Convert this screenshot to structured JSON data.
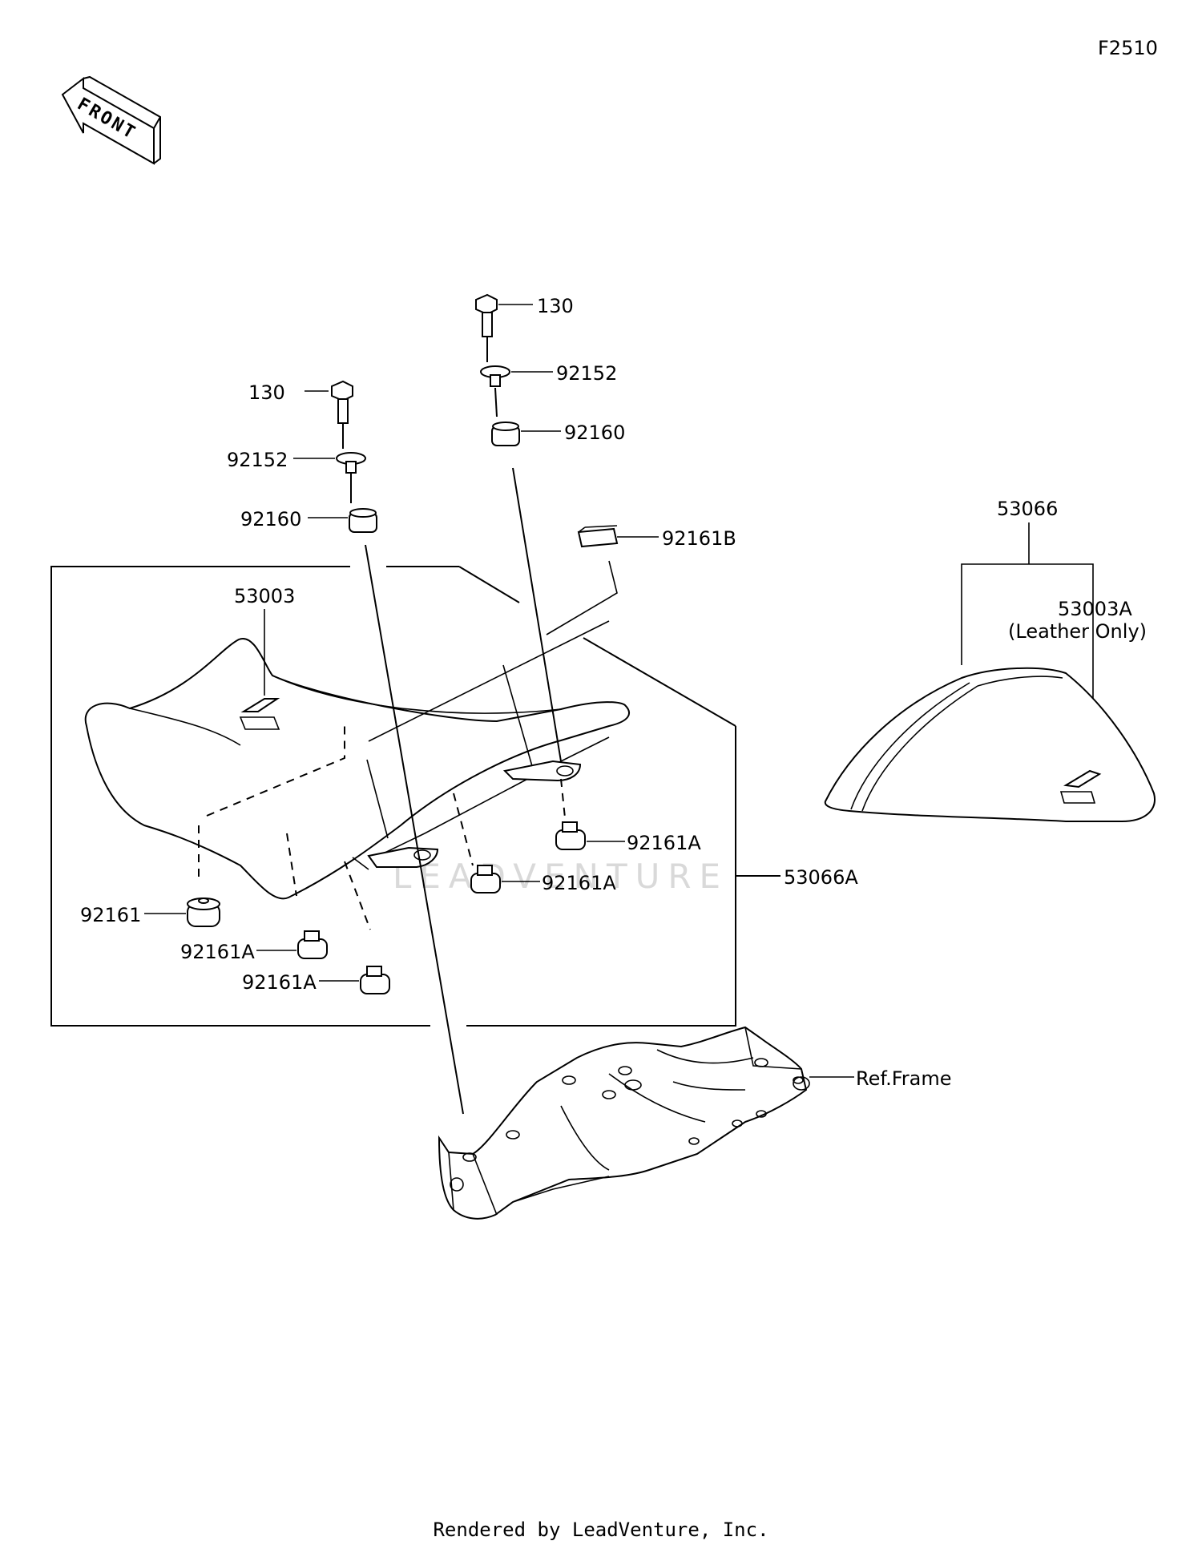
{
  "diagram_code": "F2510",
  "front_label": "FRONT",
  "watermark": "LEADVENTURE",
  "footer": "Rendered by LeadVenture, Inc.",
  "labels": {
    "bolt_right": "130",
    "washer_right": "92152",
    "damper_right": "92160",
    "bolt_left": "130",
    "washer_left": "92152",
    "damper_left": "92160",
    "tag": "92161B",
    "seat_cover": "53003",
    "damper_front": "92161",
    "damper_a1": "92161A",
    "damper_a2": "92161A",
    "damper_a3": "92161A",
    "damper_a4": "92161A",
    "seat_assembly": "53066A",
    "seat_cover_kit": "53066",
    "cover_a": "53003A",
    "cover_a_note": "(Leather Only)",
    "frame": "Ref.Frame"
  }
}
